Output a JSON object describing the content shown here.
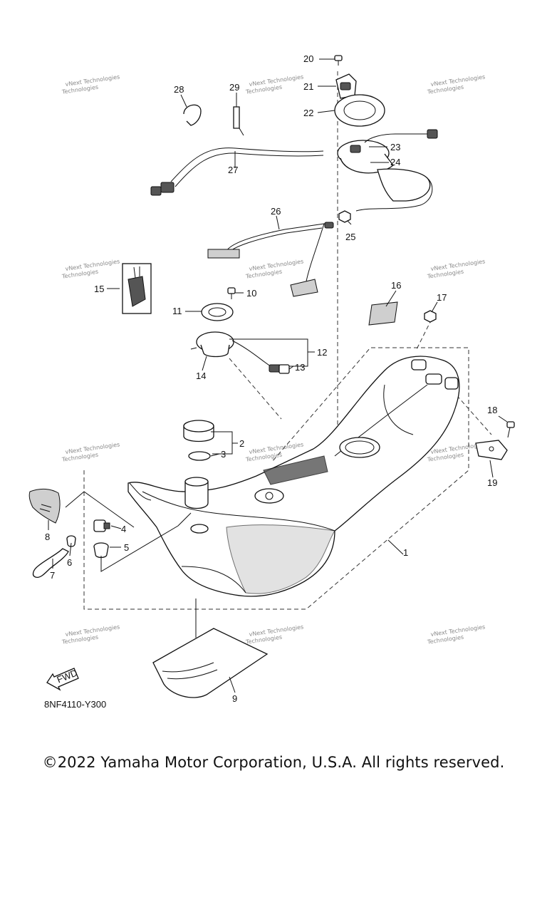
{
  "callouts": [
    "1",
    "2",
    "3",
    "4",
    "5",
    "6",
    "7",
    "8",
    "9",
    "10",
    "11",
    "12",
    "13",
    "14",
    "15",
    "16",
    "17",
    "18",
    "19",
    "20",
    "21",
    "22",
    "23",
    "24",
    "25",
    "26",
    "27",
    "28",
    "29"
  ],
  "watermark": {
    "line1": "vNext Technologies",
    "line2": "Technologies"
  },
  "diagram_code": "8NF4110-Y300",
  "fwd_label": "FWD",
  "copyright": "©2022 Yamaha Motor Corporation, U.S.A. All rights reserved."
}
